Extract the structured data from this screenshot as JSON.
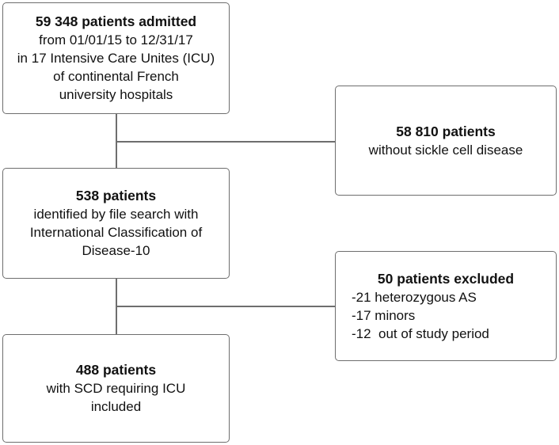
{
  "admitted": {
    "title": "59 348 patients admitted",
    "lines": [
      "from 01/01/15 to 12/31/17",
      "in 17 Intensive Care Unites (ICU)",
      "of continental French",
      "university hospitals"
    ]
  },
  "no_scd": {
    "title": "58 810 patients",
    "lines": [
      "without sickle cell disease"
    ]
  },
  "identified": {
    "title": "538 patients",
    "lines": [
      "identified by file search with",
      "International Classification of",
      "Disease-10"
    ]
  },
  "excluded": {
    "title": "50 patients excluded",
    "lines": [
      "-21 heterozygous AS",
      "-17 minors",
      "-12  out of study period"
    ]
  },
  "included": {
    "title": "488 patients",
    "lines": [
      "with SCD requiring ICU",
      "included"
    ]
  }
}
